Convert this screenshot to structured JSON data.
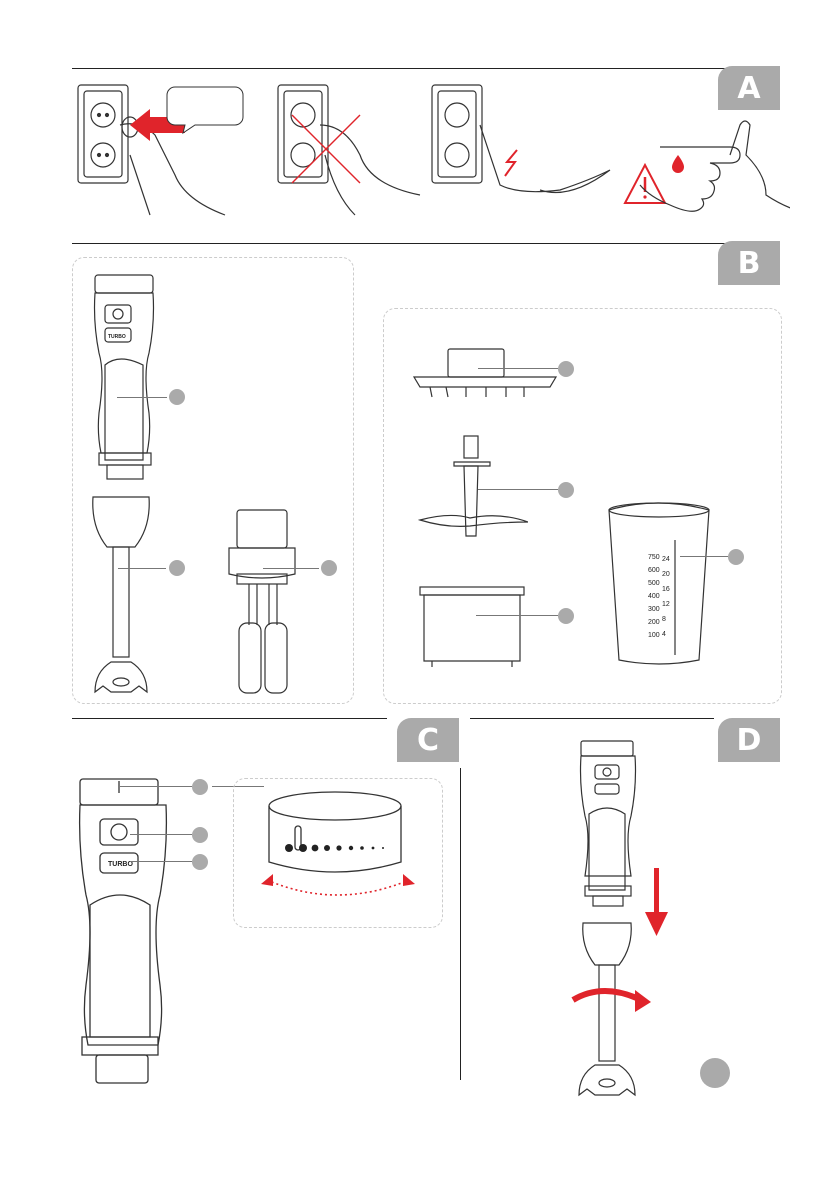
{
  "sections": {
    "a": {
      "label": "A"
    },
    "b": {
      "label": "B"
    },
    "c": {
      "label": "C"
    },
    "d": {
      "label": "D"
    }
  },
  "handle": {
    "turbo_label": "TURBO"
  },
  "beaker": {
    "scale_left": [
      "750",
      "600",
      "500",
      "400",
      "300",
      "200",
      "100"
    ],
    "scale_right": [
      "24",
      "20",
      "16",
      "12",
      "8",
      "4"
    ]
  },
  "colors": {
    "accent_red": "#e0242b",
    "tab_gray": "#aaaaaa",
    "callout_gray": "#aaaaaa"
  }
}
